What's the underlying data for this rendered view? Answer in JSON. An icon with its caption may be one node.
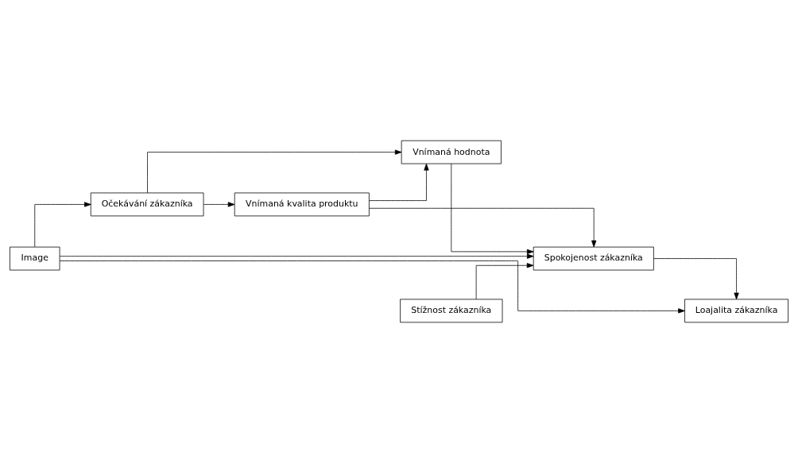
{
  "diagram": {
    "nodes": [
      {
        "text": [
          "Image"
        ]
      },
      {
        "text": [
          "Očekávání zákazníka"
        ]
      },
      {
        "text": [
          "Vnímaná kvalita produktu"
        ]
      },
      {
        "text": [
          "Vnímaná hodnota"
        ]
      },
      {
        "text": [
          "Spokojenost zákazníka"
        ]
      },
      {
        "text": [
          "Loajalita zákazníka"
        ]
      },
      {
        "text": [
          "Stížnost zákazníka"
        ]
      }
    ],
    "edges": [
      {
        "from": 0,
        "to": 1,
        "arrow": "to"
      },
      {
        "from": 0,
        "to": 4,
        "arrow": "to"
      },
      {
        "from": 0,
        "to": 5,
        "arrow": "to"
      },
      {
        "from": 1,
        "to": 2,
        "arrow": "to"
      },
      {
        "from": 1,
        "to": 3,
        "arrow": "to"
      },
      {
        "from": 2,
        "to": 3,
        "arrow": "to"
      },
      {
        "from": 2,
        "to": 4,
        "arrow": "to"
      },
      {
        "from": 3,
        "to": 4,
        "arrow": "to"
      },
      {
        "from": 4,
        "to": 5,
        "arrow": "to"
      },
      {
        "from": 6,
        "to": 4,
        "arrow": "to"
      }
    ]
  }
}
